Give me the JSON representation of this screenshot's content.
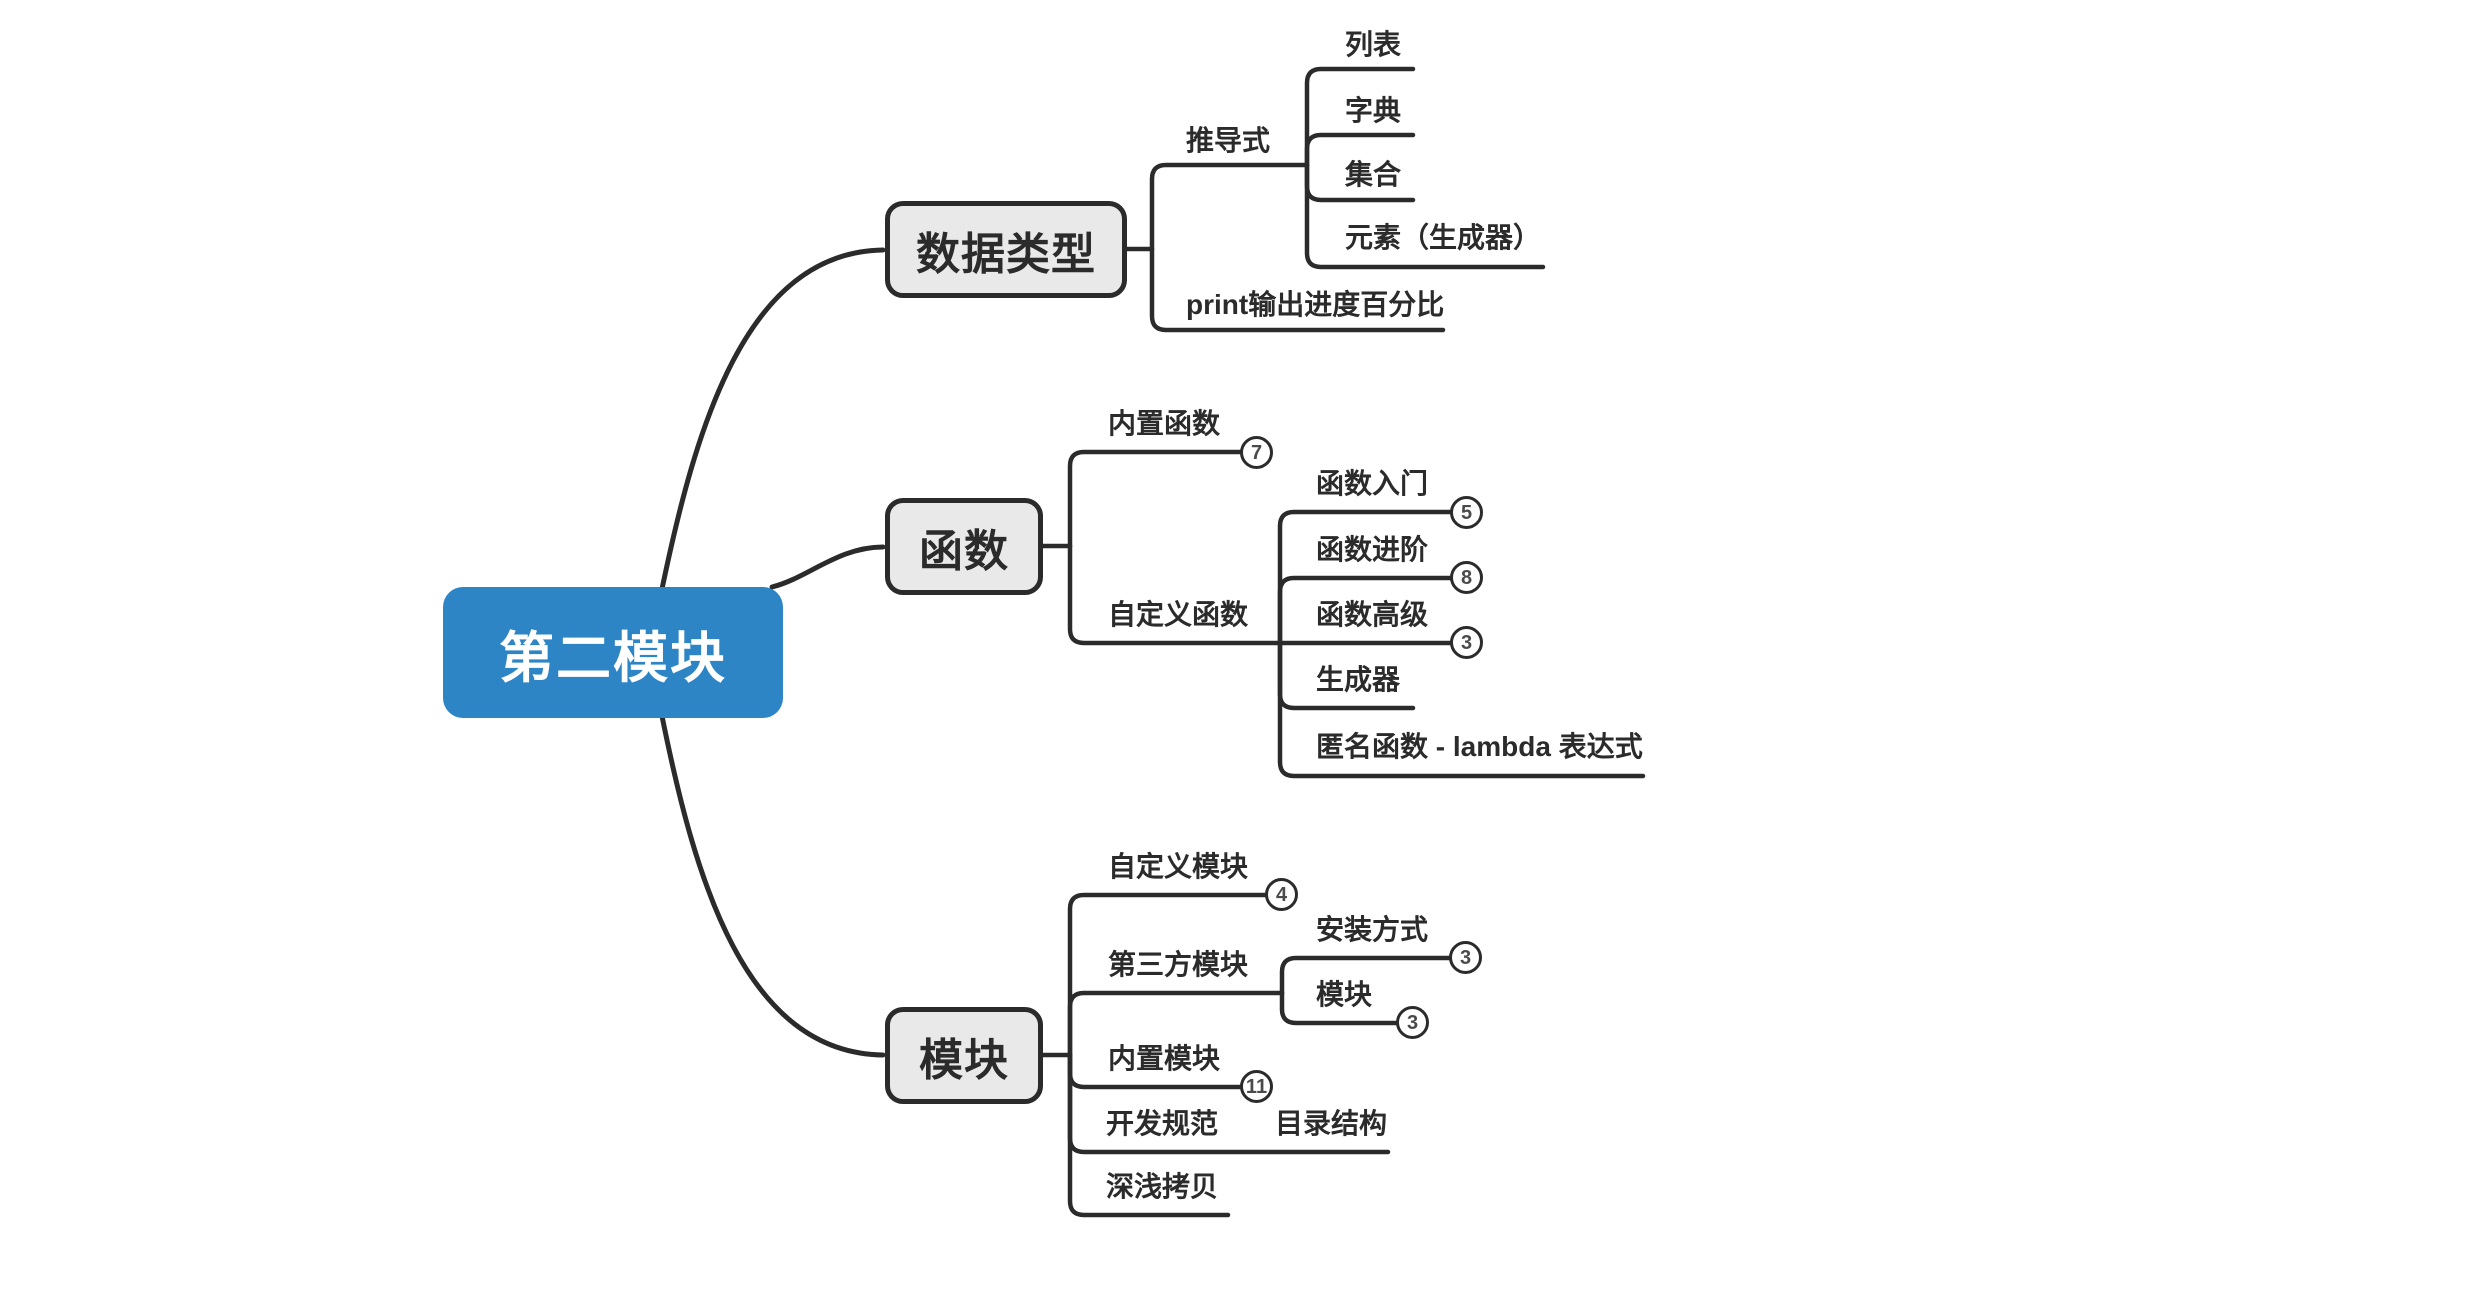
{
  "root": {
    "label": "第二模块"
  },
  "branches": [
    {
      "label": "数据类型",
      "children": [
        {
          "label": "推导式",
          "children": [
            {
              "label": "列表"
            },
            {
              "label": "字典"
            },
            {
              "label": "集合"
            },
            {
              "label": "元素（生成器）"
            }
          ]
        },
        {
          "label": "print输出进度百分比"
        }
      ]
    },
    {
      "label": "函数",
      "children": [
        {
          "label": "内置函数",
          "badge": "7"
        },
        {
          "label": "自定义函数",
          "children": [
            {
              "label": "函数入门",
              "badge": "5"
            },
            {
              "label": "函数进阶",
              "badge": "8"
            },
            {
              "label": "函数高级",
              "badge": "3"
            },
            {
              "label": "生成器"
            },
            {
              "label": "匿名函数 - lambda 表达式"
            }
          ]
        }
      ]
    },
    {
      "label": "模块",
      "children": [
        {
          "label": "自定义模块",
          "badge": "4"
        },
        {
          "label": "第三方模块",
          "children": [
            {
              "label": "安装方式",
              "badge": "3"
            },
            {
              "label": "模块",
              "badge": "3"
            }
          ]
        },
        {
          "label": "内置模块",
          "badge": "11"
        },
        {
          "label": "开发规范",
          "children": [
            {
              "label": "目录结构"
            }
          ]
        },
        {
          "label": "深浅拷贝"
        }
      ]
    }
  ],
  "colors": {
    "root_fill": "#2d85c5",
    "root_text": "#ffffff",
    "node_fill": "#e9e9e9",
    "node_border": "#2b2b2b",
    "line": "#2b2b2b",
    "badge_fill": "#ffffff",
    "badge_text": "#4a4a4a",
    "text": "#2b2b2b",
    "background": "#ffffff"
  }
}
